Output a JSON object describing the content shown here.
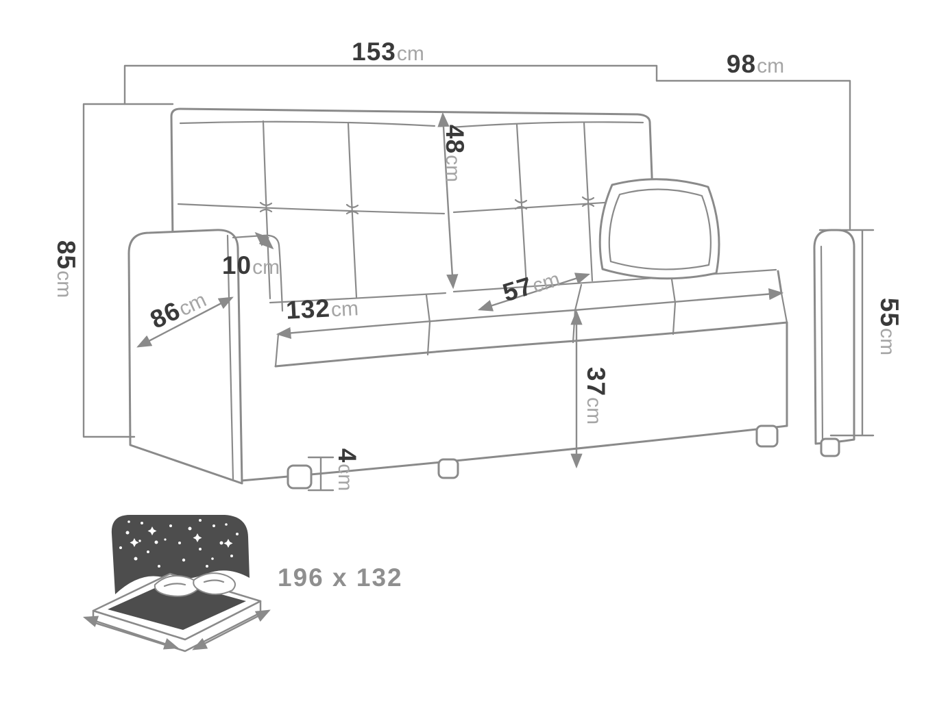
{
  "diagram": {
    "subject": "sofa-bed-dimension-drawing",
    "unit_system": "cm"
  },
  "colors": {
    "background": "#ffffff",
    "drawing_line": "#8a8a8a",
    "dimension_number": "#3a3a3a",
    "dimension_unit": "#a5a5a5",
    "bed_icon_fill": "#4d4d4d",
    "bed_label": "#8f8f8f"
  },
  "dimensions": {
    "total_width": {
      "value": "153",
      "unit": "cm"
    },
    "total_depth": {
      "value": "98",
      "unit": "cm"
    },
    "total_height": {
      "value": "85",
      "unit": "cm"
    },
    "backrest_height": {
      "value": "48",
      "unit": "cm"
    },
    "armrest_width": {
      "value": "10",
      "unit": "cm"
    },
    "armrest_depth": {
      "value": "86",
      "unit": "cm"
    },
    "seat_width": {
      "value": "132",
      "unit": "cm"
    },
    "seat_depth": {
      "value": "57",
      "unit": "cm"
    },
    "armrest_height": {
      "value": "55",
      "unit": "cm"
    },
    "seat_height": {
      "value": "37",
      "unit": "cm"
    },
    "leg_height": {
      "value": "4",
      "unit": "cm"
    },
    "sleeping_area": {
      "value": "196 x 132"
    }
  },
  "icons": {
    "bed_icon": "fold-out-bed-sleeping-area-icon"
  }
}
